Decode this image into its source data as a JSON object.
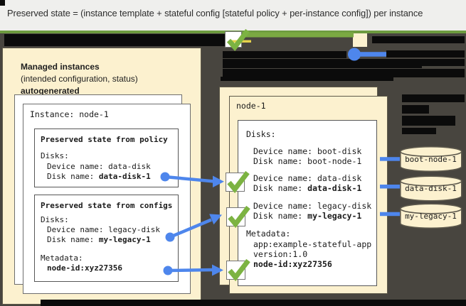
{
  "title": "Preserved state = (instance template + stateful config [stateful policy + per-instance config]) per instance",
  "left_panel": {
    "heading_bold": "Managed instances",
    "heading_line2": "(intended configuration, status)",
    "heading_line3": "autogenerated",
    "instance_label": "Instance: node-1",
    "policy_box": {
      "title": "Preserved state from policy",
      "disks_label": "Disks:",
      "device_line": "Device name: data-disk",
      "disk_prefix": "Disk name: ",
      "disk_value": "data-disk-1"
    },
    "configs_box": {
      "title": "Preserved state from configs",
      "disks_label": "Disks:",
      "device_line": "Device name: legacy-disk",
      "disk_prefix": "Disk name: ",
      "disk_value": "my-legacy-1",
      "metadata_label": "Metadata:",
      "metadata_value": "node-id:xyz27356"
    }
  },
  "vm_panel": {
    "name": "node-1",
    "disks_label": "Disks:",
    "boot_device": "Device name: boot-disk",
    "boot_disk": "Disk name: boot-node-1",
    "data_device": "Device name: data-disk",
    "data_disk_prefix": "Disk name: ",
    "data_disk_value": "data-disk-1",
    "legacy_device": "Device name: legacy-disk",
    "legacy_disk_prefix": "Disk name: ",
    "legacy_disk_value": "my-legacy-1",
    "metadata_label": "Metadata:",
    "metadata_app": "app:example-stateful-app",
    "metadata_version": "version:1.0",
    "metadata_node_id": "node-id:xyz27356"
  },
  "disks": [
    {
      "label": "boot-node-1"
    },
    {
      "label": "data-disk-1"
    },
    {
      "label": "my-legacy-1"
    }
  ],
  "colors": {
    "accent_green": "#7cb342",
    "green_line": "#7ba942",
    "accent_blue": "#4e86ec",
    "cream": "#fcf1cf",
    "dark_background": "#48453f",
    "redaction_bar": "#0b0b0b",
    "yellow_mark": "#e8d44b"
  }
}
